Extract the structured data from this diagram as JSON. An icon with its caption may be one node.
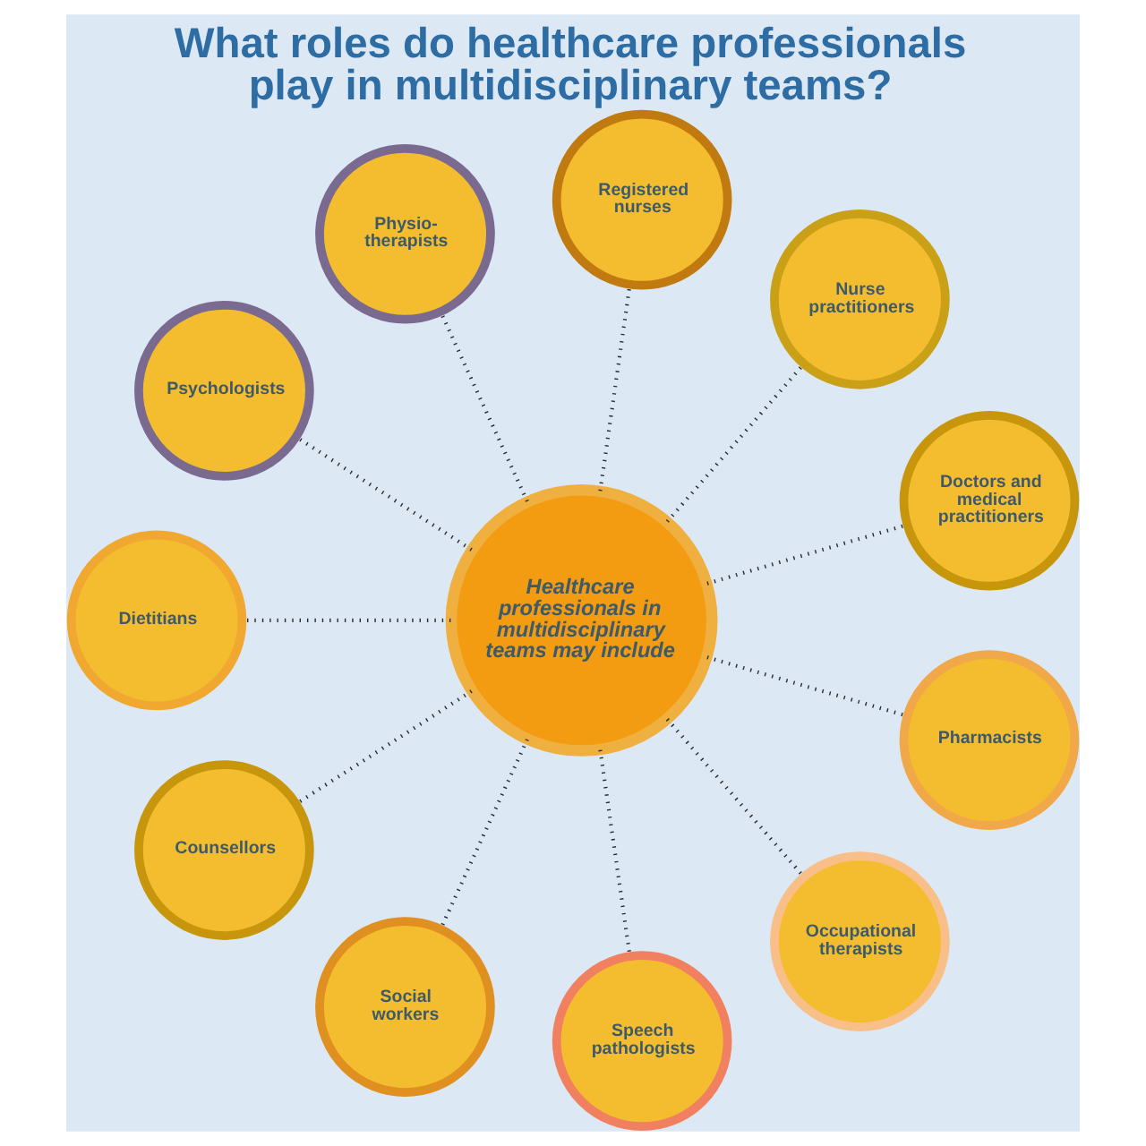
{
  "diagram": {
    "title": "What roles do healthcare professionals play in multidisciplinary teams?",
    "nodes": [
      {
        "text": [
          "Healthcare professionals in multidisciplinary teams may include"
        ]
      },
      {
        "text": [
          "Doctors and medical practitioners"
        ]
      },
      {
        "text": [
          "Nurse practitioners"
        ]
      },
      {
        "text": [
          "Registered nurses"
        ]
      },
      {
        "text": [
          "Physio- therapists"
        ]
      },
      {
        "text": [
          "Psychologists"
        ]
      },
      {
        "text": [
          "Dietitians"
        ]
      },
      {
        "text": [
          "Counsellors"
        ]
      },
      {
        "text": [
          "Social workers"
        ]
      },
      {
        "text": [
          "Speech pathologists"
        ]
      },
      {
        "text": [
          "Occupational therapists"
        ]
      },
      {
        "text": [
          "Pharmacists"
        ]
      }
    ],
    "edges": [
      {
        "from": 0,
        "to": 1,
        "arrow": "none"
      },
      {
        "from": 0,
        "to": 2,
        "arrow": "none"
      },
      {
        "from": 0,
        "to": 3,
        "arrow": "none"
      },
      {
        "from": 0,
        "to": 4,
        "arrow": "none"
      },
      {
        "from": 0,
        "to": 5,
        "arrow": "none"
      },
      {
        "from": 0,
        "to": 6,
        "arrow": "none"
      },
      {
        "from": 0,
        "to": 7,
        "arrow": "none"
      },
      {
        "from": 0,
        "to": 8,
        "arrow": "none"
      },
      {
        "from": 0,
        "to": 9,
        "arrow": "none"
      },
      {
        "from": 0,
        "to": 10,
        "arrow": "none"
      },
      {
        "from": 0,
        "to": 11,
        "arrow": "none"
      }
    ]
  }
}
